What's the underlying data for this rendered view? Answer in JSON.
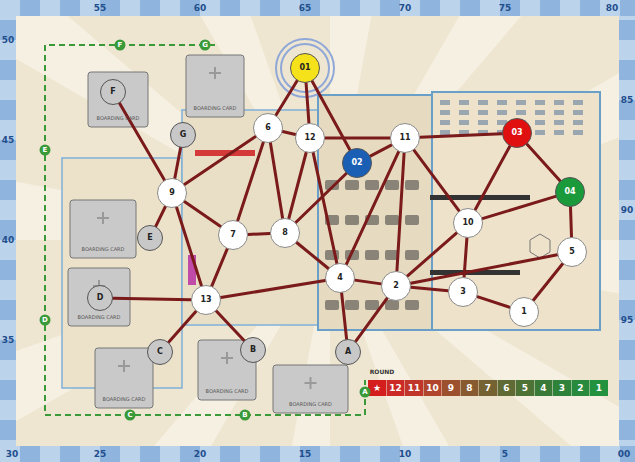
{
  "diagram": {
    "nodes": [
      {
        "text": [
          "01"
        ]
      },
      {
        "text": [
          "F"
        ]
      },
      {
        "text": [
          "6"
        ]
      },
      {
        "text": [
          "03"
        ]
      },
      {
        "text": [
          "G"
        ]
      },
      {
        "text": [
          "12"
        ]
      },
      {
        "text": [
          "11"
        ]
      },
      {
        "text": [
          "02"
        ]
      },
      {
        "text": [
          "9"
        ]
      },
      {
        "text": [
          "04"
        ]
      },
      {
        "text": [
          "10"
        ]
      },
      {
        "text": [
          "8"
        ]
      },
      {
        "text": [
          "7"
        ]
      },
      {
        "text": [
          "E"
        ]
      },
      {
        "text": [
          "5"
        ]
      },
      {
        "text": [
          "4"
        ]
      },
      {
        "text": [
          "2"
        ]
      },
      {
        "text": [
          "3"
        ]
      },
      {
        "text": [
          "D"
        ]
      },
      {
        "text": [
          "13"
        ]
      },
      {
        "text": [
          "1"
        ]
      },
      {
        "text": [
          "B"
        ]
      },
      {
        "text": [
          "C"
        ]
      },
      {
        "text": [
          "A"
        ]
      }
    ],
    "edges": [
      {
        "from": 0,
        "to": 2,
        "arrow": "none"
      },
      {
        "from": 0,
        "to": 5,
        "arrow": "none"
      },
      {
        "from": 0,
        "to": 7,
        "arrow": "none"
      },
      {
        "from": 2,
        "to": 5,
        "arrow": "none"
      },
      {
        "from": 2,
        "to": 8,
        "arrow": "none"
      },
      {
        "from": 2,
        "to": 11,
        "arrow": "none"
      },
      {
        "from": 2,
        "to": 12,
        "arrow": "none"
      },
      {
        "from": 5,
        "to": 11,
        "arrow": "none"
      },
      {
        "from": 5,
        "to": 6,
        "arrow": "none"
      },
      {
        "from": 5,
        "to": 15,
        "arrow": "none"
      },
      {
        "from": 6,
        "to": 7,
        "arrow": "none"
      },
      {
        "from": 6,
        "to": 3,
        "arrow": "none"
      },
      {
        "from": 6,
        "to": 16,
        "arrow": "none"
      },
      {
        "from": 6,
        "to": 10,
        "arrow": "none"
      },
      {
        "from": 6,
        "to": 15,
        "arrow": "none"
      },
      {
        "from": 7,
        "to": 11,
        "arrow": "none"
      },
      {
        "from": 3,
        "to": 9,
        "arrow": "none"
      },
      {
        "from": 3,
        "to": 10,
        "arrow": "none"
      },
      {
        "from": 9,
        "to": 14,
        "arrow": "none"
      },
      {
        "from": 9,
        "to": 10,
        "arrow": "none"
      },
      {
        "from": 10,
        "to": 16,
        "arrow": "none"
      },
      {
        "from": 10,
        "to": 17,
        "arrow": "none"
      },
      {
        "from": 14,
        "to": 20,
        "arrow": "none"
      },
      {
        "from": 14,
        "to": 16,
        "arrow": "none"
      },
      {
        "from": 8,
        "to": 12,
        "arrow": "none"
      },
      {
        "from": 8,
        "to": 19,
        "arrow": "none"
      },
      {
        "from": 8,
        "to": 4,
        "arrow": "none"
      },
      {
        "from": 8,
        "to": 13,
        "arrow": "none"
      },
      {
        "from": 8,
        "to": 1,
        "arrow": "none"
      },
      {
        "from": 12,
        "to": 11,
        "arrow": "none"
      },
      {
        "from": 12,
        "to": 19,
        "arrow": "none"
      },
      {
        "from": 11,
        "to": 15,
        "arrow": "none"
      },
      {
        "from": 15,
        "to": 16,
        "arrow": "none"
      },
      {
        "from": 15,
        "to": 19,
        "arrow": "none"
      },
      {
        "from": 15,
        "to": 23,
        "arrow": "none"
      },
      {
        "from": 16,
        "to": 17,
        "arrow": "none"
      },
      {
        "from": 16,
        "to": 23,
        "arrow": "none"
      },
      {
        "from": 17,
        "to": 20,
        "arrow": "none"
      },
      {
        "from": 19,
        "to": 22,
        "arrow": "none"
      },
      {
        "from": 19,
        "to": 18,
        "arrow": "none"
      },
      {
        "from": 19,
        "to": 21,
        "arrow": "none"
      }
    ],
    "labels": [
      "55",
      "60",
      "65",
      "70",
      "75",
      "80",
      "50",
      "45",
      "40",
      "35",
      "30",
      "25",
      "20",
      "15",
      "10",
      "5",
      "00",
      "85",
      "90",
      "95",
      "ROUND",
      "★",
      "12",
      "11",
      "10",
      "9",
      "8",
      "7",
      "6",
      "5",
      "4",
      "3",
      "2",
      "1",
      "BOARDING CARD",
      "BOARDING CARD",
      "BOARDING CARD",
      "BOARDING CARD",
      "BOARDING CARD",
      "BOARDING CARD",
      "BOARDING CARD",
      "G",
      "F",
      "E",
      "D",
      "C",
      "B",
      "A"
    ]
  }
}
